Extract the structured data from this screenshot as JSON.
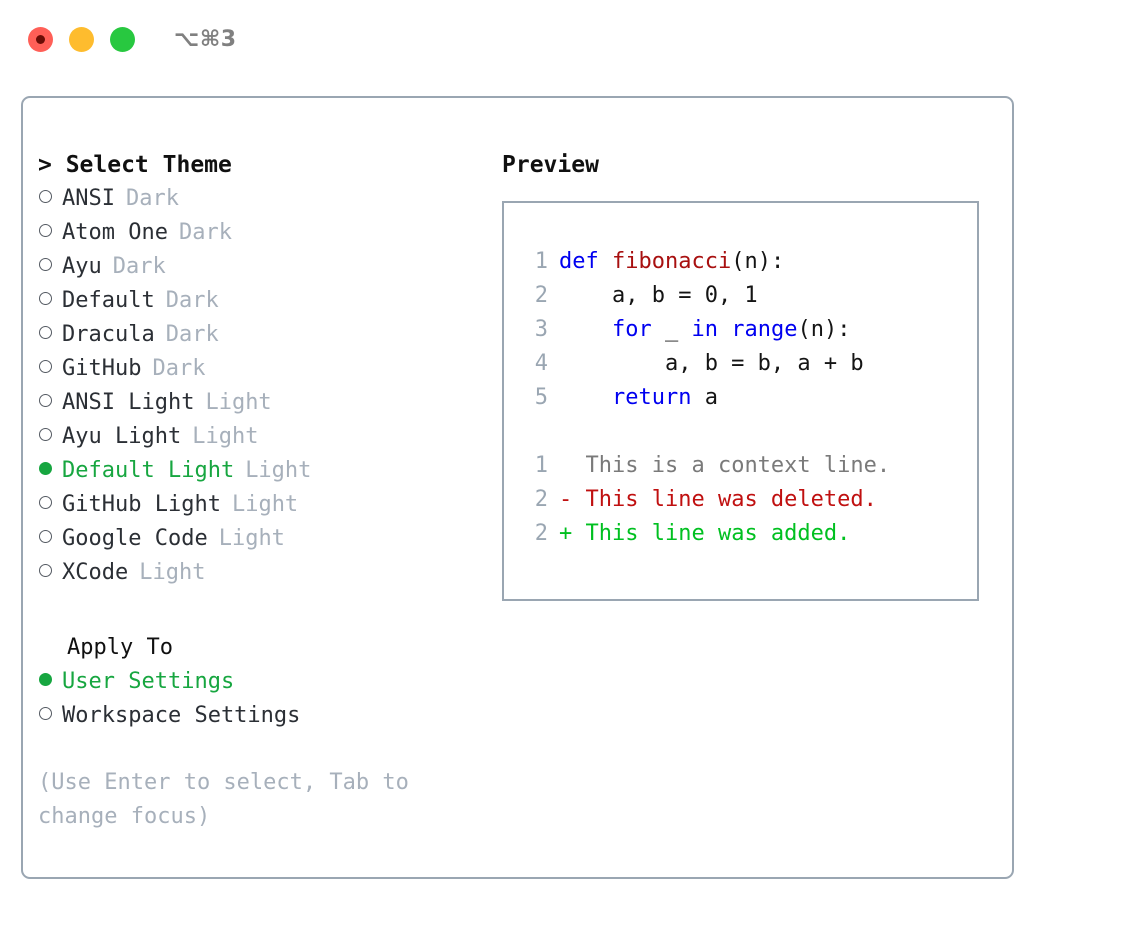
{
  "titlebar": {
    "shortcut": "⌥⌘3",
    "buttons": [
      {
        "name": "close",
        "color": "#ff5f57"
      },
      {
        "name": "minimize",
        "color": "#febc2e"
      },
      {
        "name": "maximize",
        "color": "#28c840"
      }
    ]
  },
  "theme_panel": {
    "heading": "> Select Theme",
    "items": [
      {
        "name": "ANSI",
        "variant": "Dark",
        "selected": false
      },
      {
        "name": "Atom One",
        "variant": "Dark",
        "selected": false
      },
      {
        "name": "Ayu",
        "variant": "Dark",
        "selected": false
      },
      {
        "name": "Default",
        "variant": "Dark",
        "selected": false
      },
      {
        "name": "Dracula",
        "variant": "Dark",
        "selected": false
      },
      {
        "name": "GitHub",
        "variant": "Dark",
        "selected": false
      },
      {
        "name": "ANSI Light",
        "variant": "Light",
        "selected": false
      },
      {
        "name": "Ayu Light",
        "variant": "Light",
        "selected": false
      },
      {
        "name": "Default Light",
        "variant": "Light",
        "selected": true
      },
      {
        "name": "GitHub Light",
        "variant": "Light",
        "selected": false
      },
      {
        "name": "Google Code",
        "variant": "Light",
        "selected": false
      },
      {
        "name": "XCode",
        "variant": "Light",
        "selected": false
      }
    ]
  },
  "apply_to": {
    "heading": "Apply To",
    "options": [
      {
        "label": "User Settings",
        "selected": true
      },
      {
        "label": "Workspace Settings",
        "selected": false
      }
    ]
  },
  "hint": "(Use Enter to select, Tab to change focus)",
  "preview": {
    "heading": "Preview",
    "code_lines": [
      {
        "no": "1",
        "tokens": [
          {
            "t": "def ",
            "k": "kw"
          },
          {
            "t": "fibonacci",
            "k": "fn"
          },
          {
            "t": "(n):",
            "k": "plain"
          }
        ]
      },
      {
        "no": "2",
        "tokens": [
          {
            "t": "    a, b = 0, 1",
            "k": "plain"
          }
        ]
      },
      {
        "no": "3",
        "tokens": [
          {
            "t": "    ",
            "k": "plain"
          },
          {
            "t": "for",
            "k": "kw"
          },
          {
            "t": " _ ",
            "k": "plain"
          },
          {
            "t": "in",
            "k": "kw"
          },
          {
            "t": " ",
            "k": "plain"
          },
          {
            "t": "range",
            "k": "kw"
          },
          {
            "t": "(n):",
            "k": "plain"
          }
        ]
      },
      {
        "no": "4",
        "tokens": [
          {
            "t": "        a, b = b, a + b",
            "k": "plain"
          }
        ]
      },
      {
        "no": "5",
        "tokens": [
          {
            "t": "    ",
            "k": "plain"
          },
          {
            "t": "return",
            "k": "kw"
          },
          {
            "t": " a",
            "k": "plain"
          }
        ]
      }
    ],
    "diff_lines": [
      {
        "no": "1",
        "marker": "  ",
        "text": "This is a context line.",
        "kind": "context"
      },
      {
        "no": "2",
        "marker": "- ",
        "text": "This line was deleted.",
        "kind": "deleted"
      },
      {
        "no": "2",
        "marker": "+ ",
        "text": "This line was added.",
        "kind": "added"
      }
    ]
  },
  "colors": {
    "accent_green": "#17a640",
    "muted": "#a7b0bb",
    "border": "#9aa6b2",
    "keyword_blue": "#0000f0",
    "function_red": "#a81010",
    "diff_add": "#00c020",
    "diff_del": "#c01010",
    "diff_context": "#7a7a7a"
  }
}
